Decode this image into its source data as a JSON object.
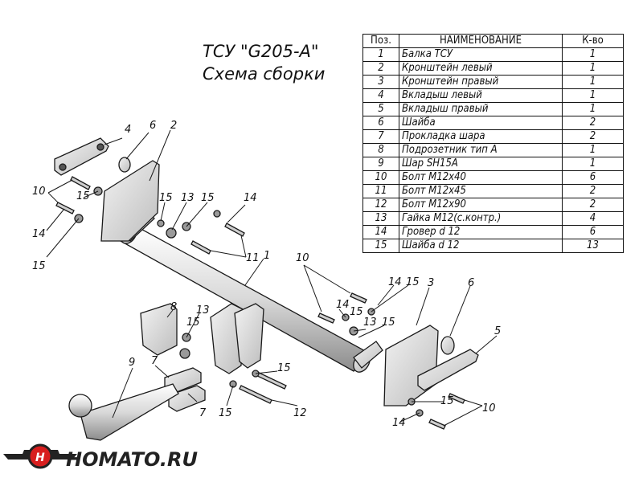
{
  "title": {
    "line1": "ТСУ \"G205-A\"",
    "line2": "Схема сборки"
  },
  "table": {
    "headers": [
      "Поз.",
      "НАИМЕНОВАНИЕ",
      "К-во"
    ],
    "rows": [
      [
        "1",
        "Балка ТСУ",
        "1"
      ],
      [
        "2",
        "Кронштейн левый",
        "1"
      ],
      [
        "3",
        "Кронштейн правый",
        "1"
      ],
      [
        "4",
        "Вкладыш левый",
        "1"
      ],
      [
        "5",
        "Вкладыш правый",
        "1"
      ],
      [
        "6",
        "Шайба",
        "2"
      ],
      [
        "7",
        "Прокладка шара",
        "2"
      ],
      [
        "8",
        "Подрозетник тип А",
        "1"
      ],
      [
        "9",
        "Шар SH15A",
        "1"
      ],
      [
        "10",
        "Болт М12х40",
        "6"
      ],
      [
        "11",
        "Болт М12х45",
        "2"
      ],
      [
        "12",
        "Болт М12х90",
        "2"
      ],
      [
        "13",
        "Гайка М12(с.контр.)",
        "4"
      ],
      [
        "14",
        "Гровер d 12",
        "6"
      ],
      [
        "15",
        "Шайба d 12",
        "13"
      ]
    ]
  },
  "callouts": {
    "c4": "4",
    "c6a": "6",
    "c2": "2",
    "c10a": "10",
    "c15a": "15",
    "c14a": "14",
    "c15b": "15",
    "c15c": "15",
    "c13a": "13",
    "c15d": "15",
    "c14b": "14",
    "c11": "11",
    "c1": "1",
    "c10b": "10",
    "c14c": "14",
    "c15e": "15",
    "c3": "3",
    "c6b": "6",
    "c14d": "14",
    "c15f": "15",
    "c13b": "13",
    "c15g": "15",
    "c5": "5",
    "c8": "8",
    "c13c": "13",
    "c15h": "15",
    "c7a": "7",
    "c9": "9",
    "c7b": "7",
    "c15i": "15",
    "c15j": "15",
    "c12": "12",
    "c15k": "15",
    "c10c": "10",
    "c14e": "14"
  },
  "logo": {
    "text": "HOMATO.RU",
    "colors": {
      "red": "#d81e1e",
      "dark": "#222222"
    }
  }
}
